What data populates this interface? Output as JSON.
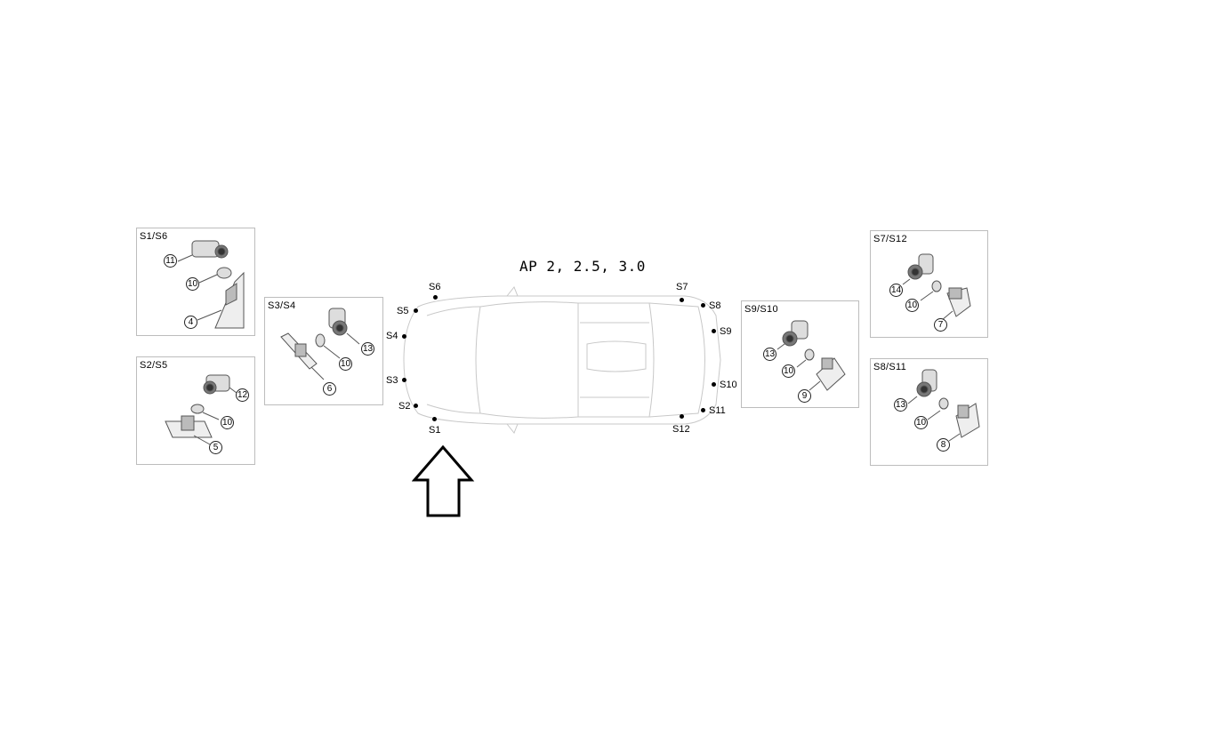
{
  "diagram": {
    "title": "AP 2, 2.5, 3.0",
    "sensors": [
      "S1",
      "S2",
      "S3",
      "S4",
      "S5",
      "S6",
      "S7",
      "S8",
      "S9",
      "S10",
      "S11",
      "S12"
    ],
    "panels": {
      "s1s6": {
        "title": "S1/S6",
        "callouts": [
          "11",
          "10",
          "4"
        ]
      },
      "s2s5": {
        "title": "S2/S5",
        "callouts": [
          "12",
          "10",
          "5"
        ]
      },
      "s3s4": {
        "title": "S3/S4",
        "callouts": [
          "13",
          "10",
          "6"
        ]
      },
      "s9s10": {
        "title": "S9/S10",
        "callouts": [
          "13",
          "10",
          "9"
        ]
      },
      "s7s12": {
        "title": "S7/S12",
        "callouts": [
          "14",
          "10",
          "7"
        ]
      },
      "s8s11": {
        "title": "S8/S11",
        "callouts": [
          "13",
          "10",
          "8"
        ]
      }
    },
    "arrow_icon": "up-arrow-icon"
  }
}
